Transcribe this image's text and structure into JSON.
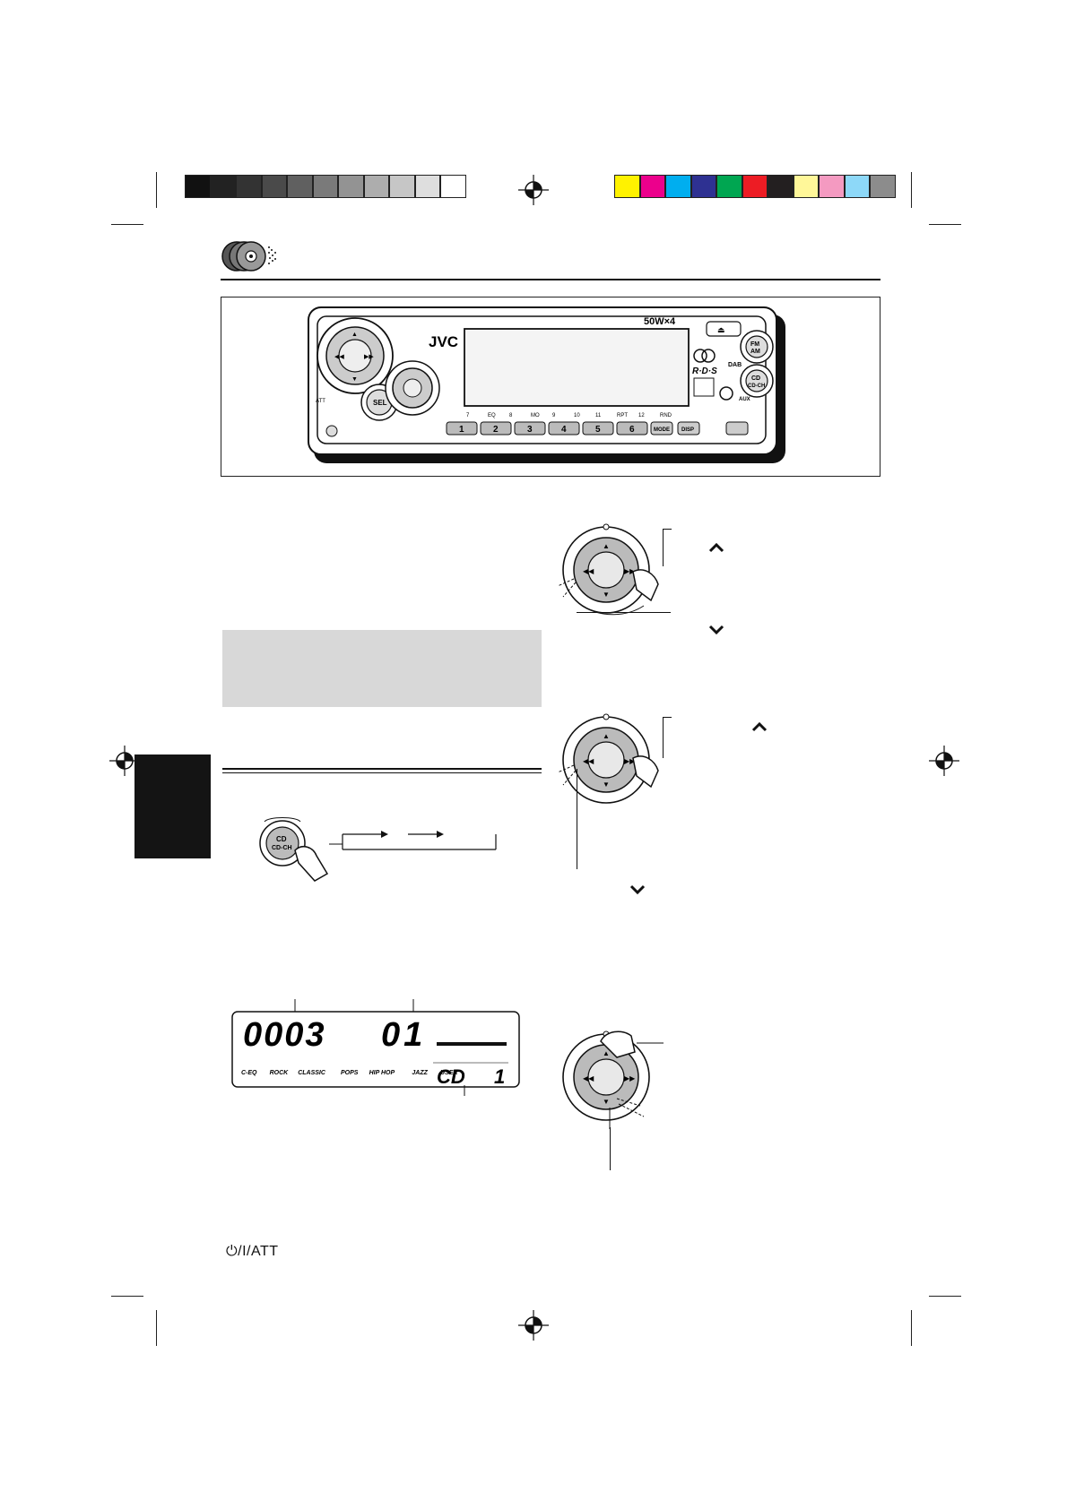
{
  "color_bars": {
    "grayscale": [
      "#111111",
      "#222222",
      "#333333",
      "#4a4a4a",
      "#606060",
      "#7a7a7a",
      "#939393",
      "#adadad",
      "#c6c6c6",
      "#dedede",
      "#ffffff"
    ],
    "colors": [
      "#fff200",
      "#ec008c",
      "#00aeef",
      "#2e3192",
      "#00a651",
      "#ed1c24",
      "#231f20",
      "#fff799",
      "#f49ac1",
      "#8dd8f8",
      "#8c8c8c"
    ]
  },
  "unit": {
    "brand": "JVC",
    "power_label": "50W×4",
    "rds_label": "R·D·S",
    "dab_label": "DAB",
    "aux_label": "AUX",
    "fm_am_label_1": "FM",
    "fm_am_label_2": "AM",
    "cd_label_1": "CD",
    "cd_label_2": "CD-CH",
    "sel_label": "SEL",
    "att_small_label": "ATT",
    "preset_buttons": [
      "1",
      "2",
      "3",
      "4",
      "5",
      "6"
    ],
    "preset_legends": [
      "7",
      "EQ",
      "8",
      "MO",
      "9",
      "10",
      "11",
      "RPT",
      "12",
      "RND"
    ],
    "mode_label": "MODE",
    "disp_label": "DISP"
  },
  "cd_button": {
    "label_1": "CD",
    "label_2": "CD-CH"
  },
  "lcd": {
    "time_digits": "0003",
    "track_digits": "01",
    "source_text": "CD",
    "disc_number": "1",
    "eq_modes": [
      "C-EQ",
      "ROCK",
      "CLASSIC",
      "POPS",
      "HIP HOP",
      "JAZZ",
      "USER"
    ]
  },
  "footer": {
    "att_label": "⏻/I/ATT"
  },
  "icons": {
    "chevron_up": "⌃",
    "chevron_down": "⌄"
  }
}
